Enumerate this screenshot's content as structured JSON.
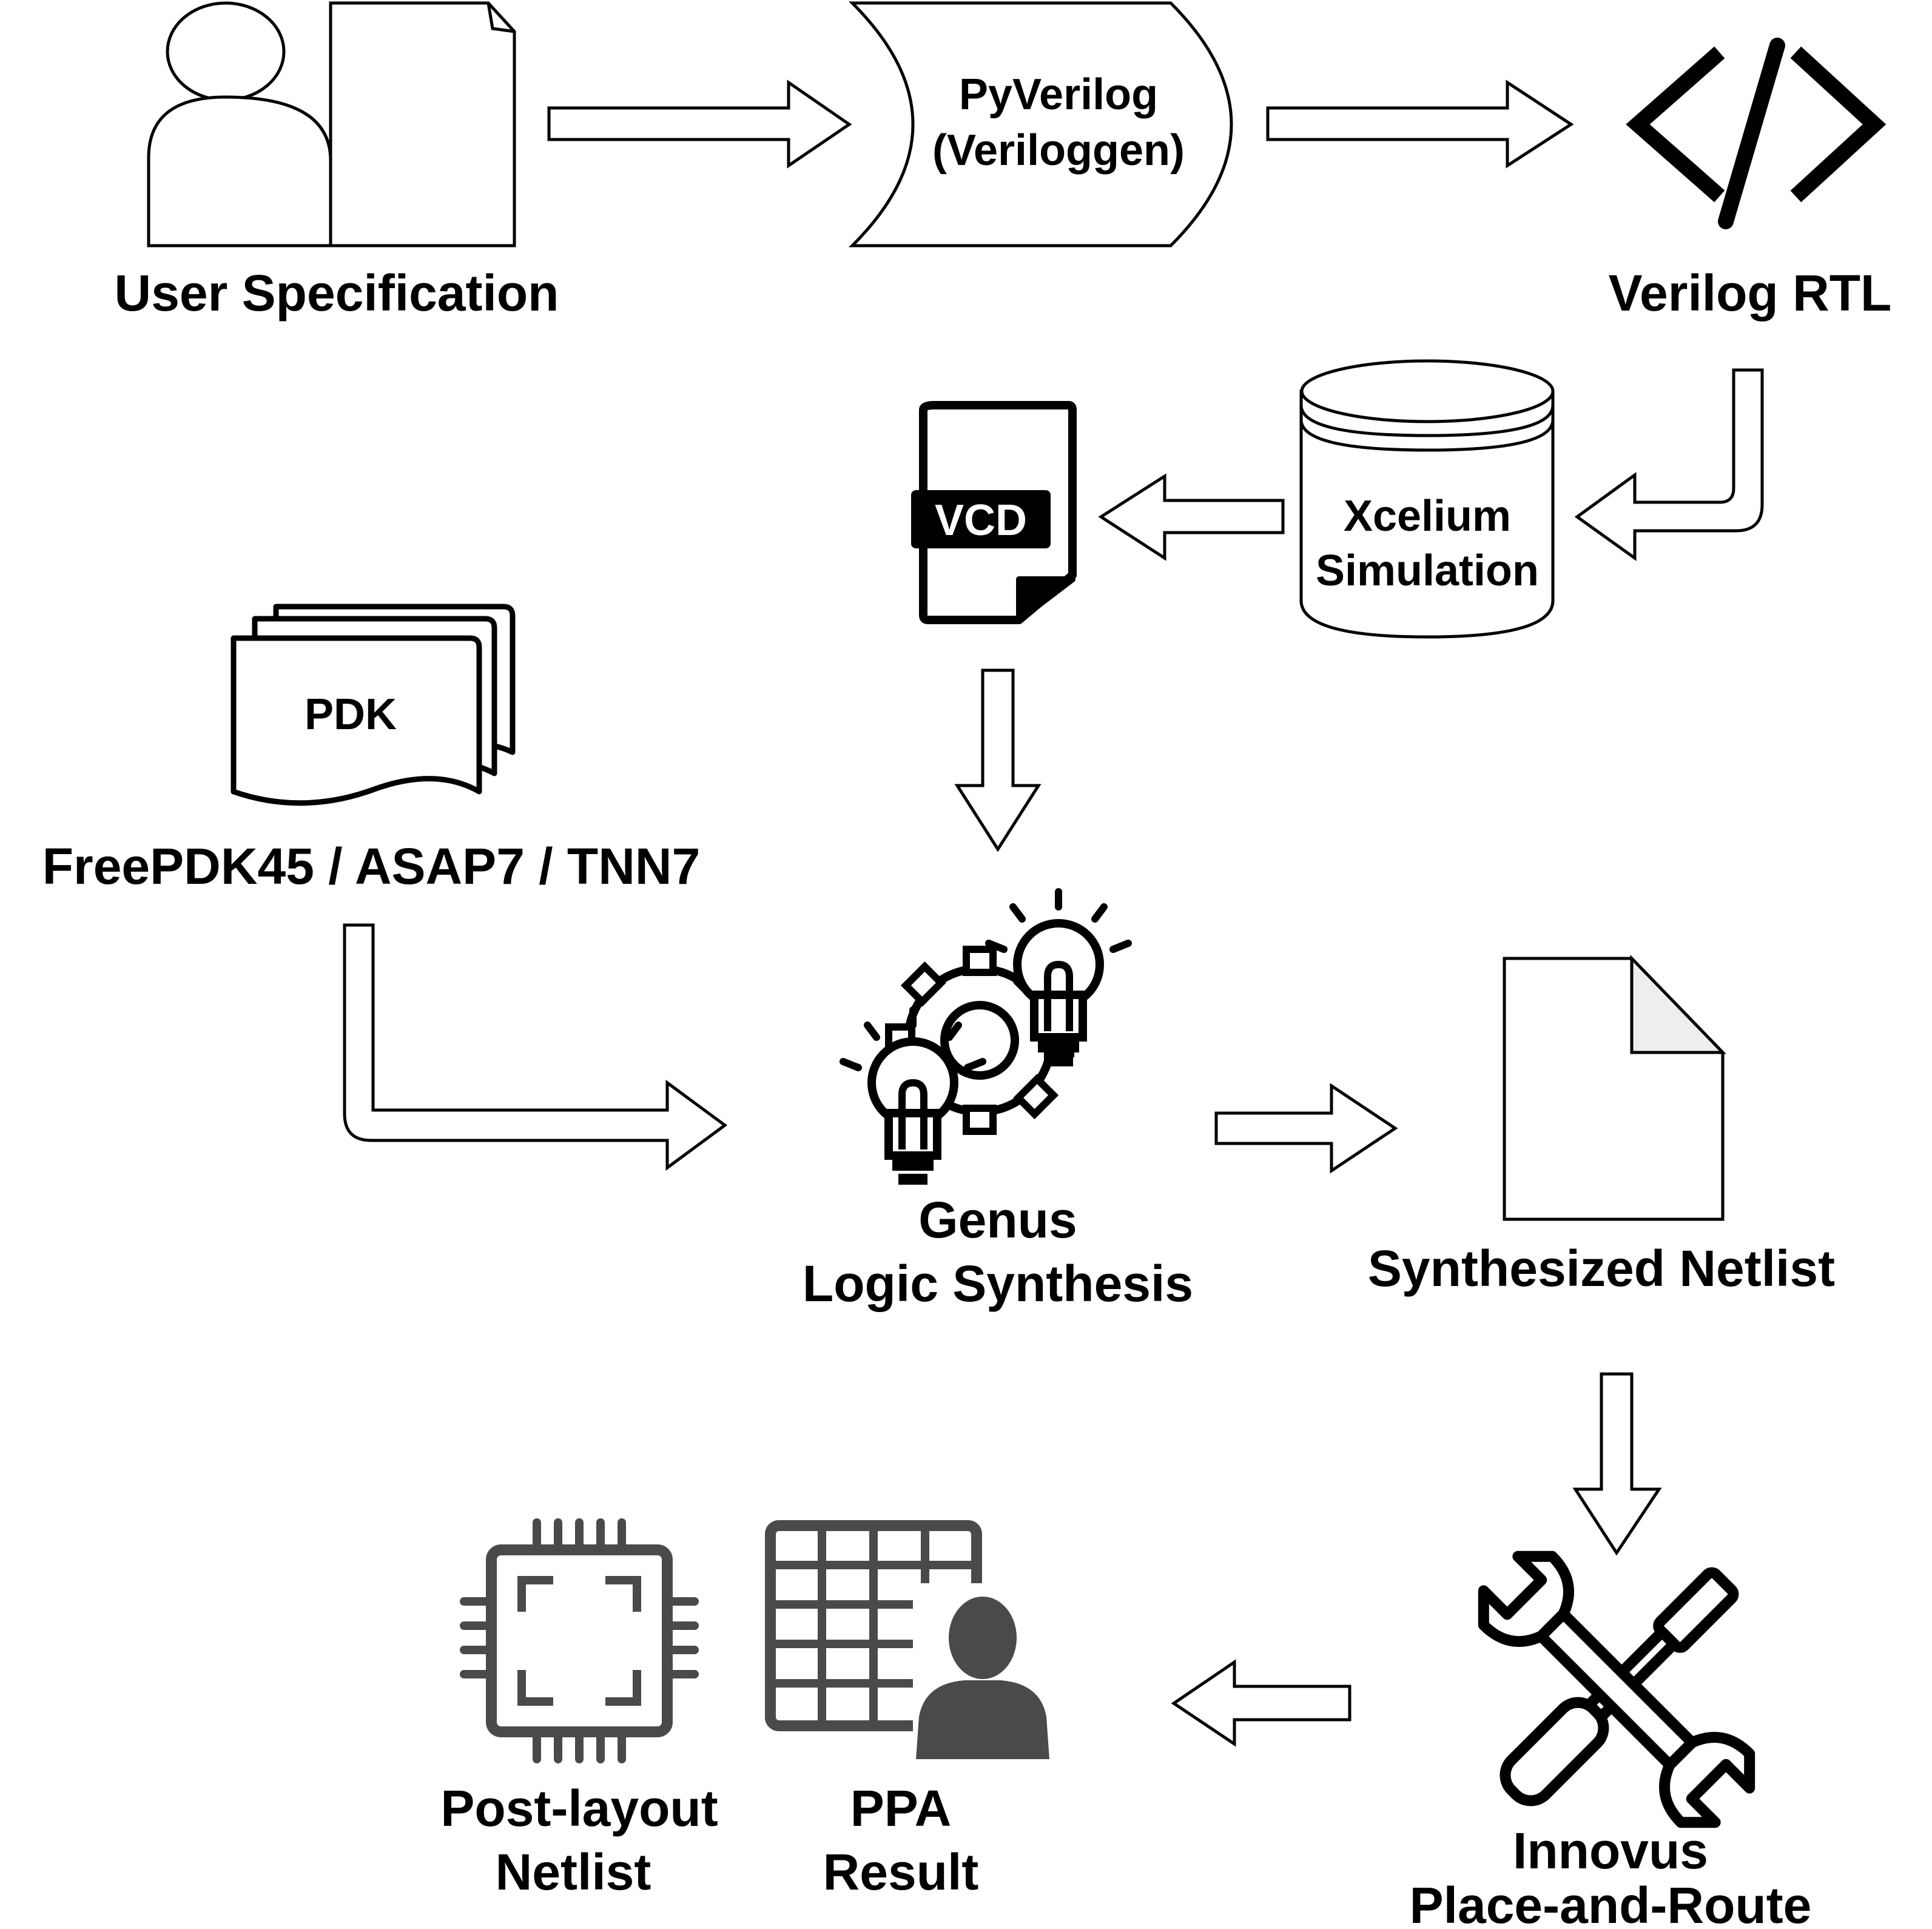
{
  "nodes": {
    "user_spec": {
      "label": "User Specification"
    },
    "pyverilog": {
      "line1": "PyVerilog",
      "line2": "(Veriloggen)"
    },
    "verilog_rtl": {
      "label": "Verilog RTL"
    },
    "xcelium": {
      "line1": "Xcelium",
      "line2": "Simulation"
    },
    "vcd": {
      "tag": "VCD"
    },
    "pdk": {
      "tag": "PDK",
      "label": "FreePDK45 / ASAP7 / TNN7"
    },
    "genus": {
      "line1": "Genus",
      "line2": "Logic Synthesis"
    },
    "synth_netlist": {
      "label": "Synthesized Netlist"
    },
    "innovus": {
      "line1": "Innovus",
      "line2": "Place-and-Route"
    },
    "ppa": {
      "line1": "PPA",
      "line2": "Result"
    },
    "post_layout": {
      "line1": "Post-layout",
      "line2": "Netlist"
    }
  },
  "icons": {
    "user": "person-document-icon",
    "rtl": "code-brackets-icon",
    "sim": "database-cylinder-icon",
    "vcd": "file-icon",
    "pdk": "stacked-documents-icon",
    "genus": "gears-lightbulbs-icon",
    "netlist": "blank-page-icon",
    "innovus": "screwdriver-wrench-icon",
    "ppa": "spreadsheet-user-icon",
    "chip": "chip-icon"
  },
  "colors": {
    "stroke": "#000000",
    "icon_gray": "#4a4a4a",
    "page_fold": "#eeeeee"
  }
}
